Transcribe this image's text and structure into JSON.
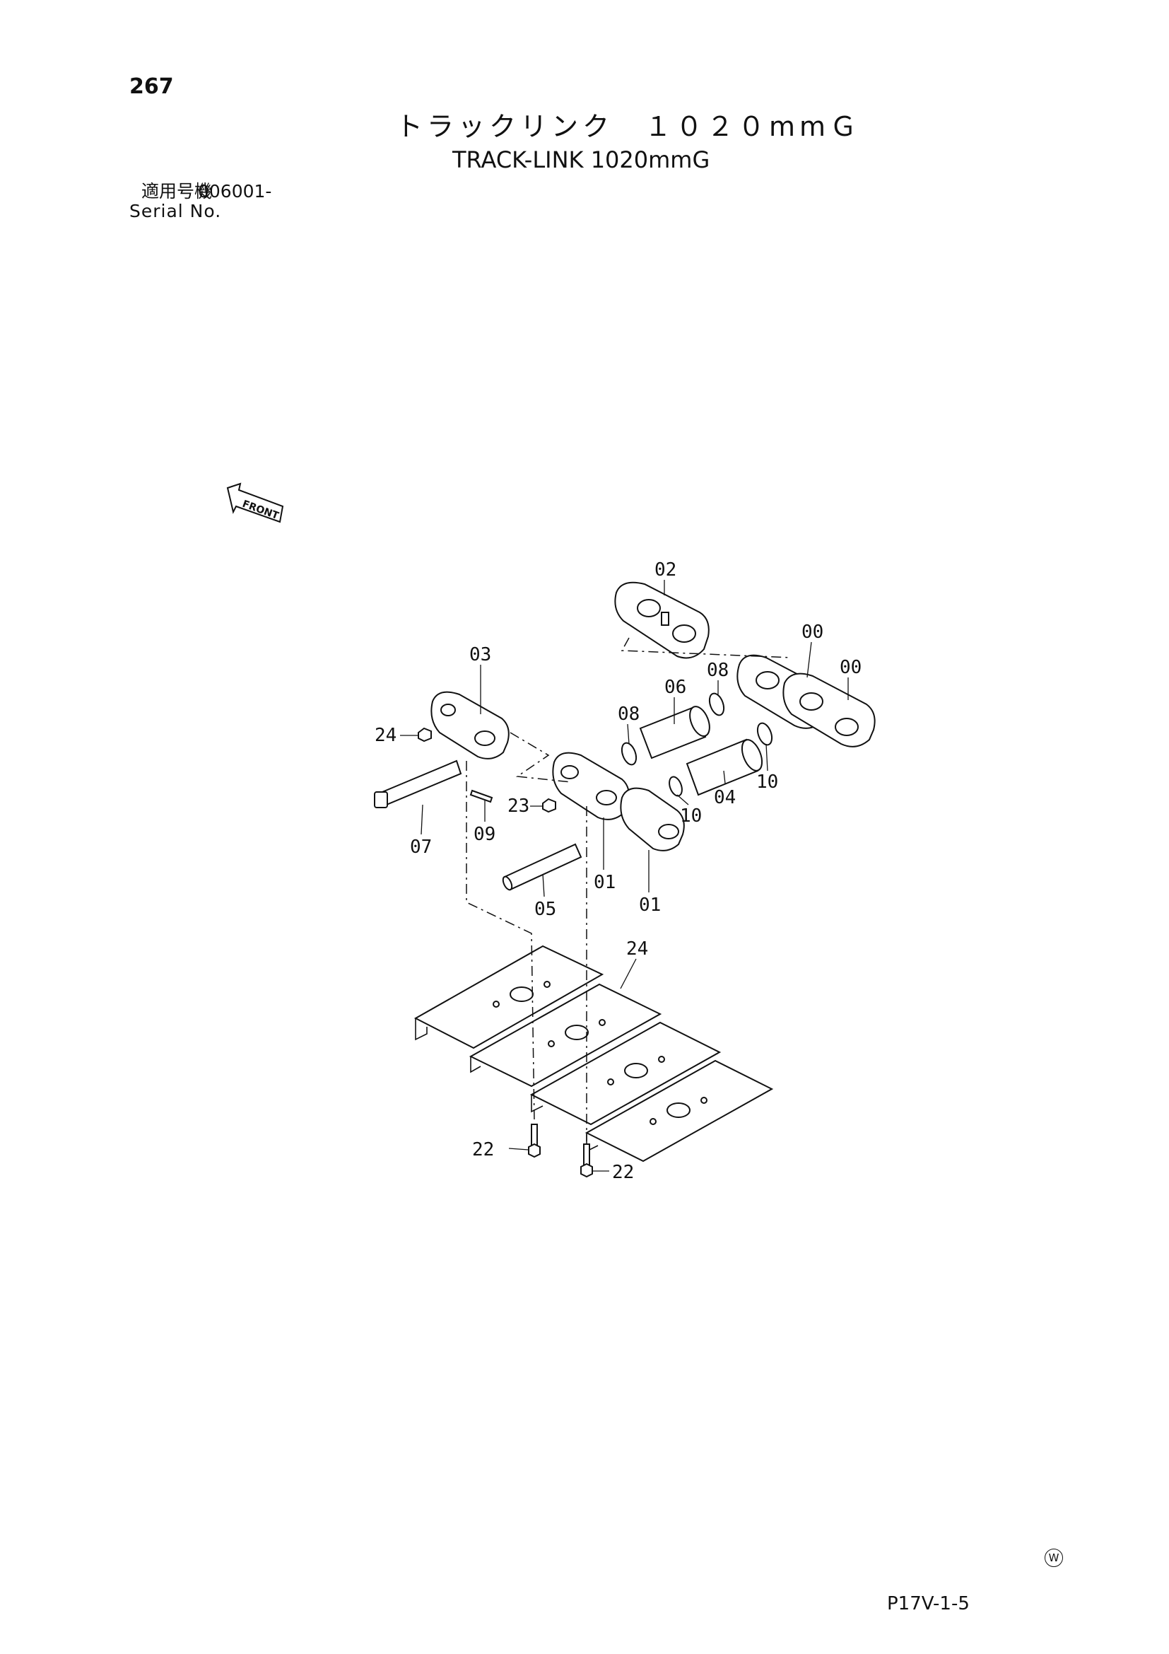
{
  "page_number": "267",
  "title_jp": "トラックリンク　１０２０mmＧ",
  "title_en": "TRACK-LINK 1020mmG",
  "serial_label_jp": "適用号機",
  "serial_number": "006001-",
  "serial_label_en": "Serial No.",
  "front_label": "FRONT",
  "callouts": {
    "c02": "02",
    "c00a": "00",
    "c00b": "00",
    "c03": "03",
    "c08a": "08",
    "c06": "06",
    "c08b": "08",
    "c24a": "24",
    "c10a": "10",
    "c10b": "10",
    "c04": "04",
    "c23": "23",
    "c07": "07",
    "c09": "09",
    "c01a": "01",
    "c01b": "01",
    "c05": "05",
    "c24b": "24",
    "c22a": "22",
    "c22b": "22"
  },
  "footer_code": "P17V-1-5",
  "w_mark": "W"
}
